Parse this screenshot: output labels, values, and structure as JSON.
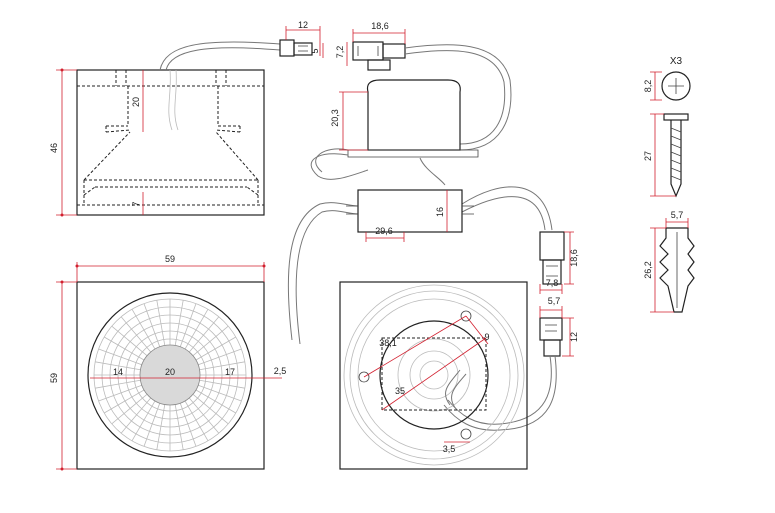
{
  "labels": {
    "conn_w": "12",
    "conn_h": "5",
    "plug_w": "18,6",
    "plug_h": "7,2",
    "side_total_h": "46",
    "side_inner_h": "20",
    "side_base_h": "7",
    "driver_h": "20,3",
    "driver2_w": "29,6",
    "driver2_h": "16",
    "front_w": "59",
    "front_h": "59",
    "front_left": "14",
    "front_center": "20",
    "front_right": "17",
    "front_margin": "2,5",
    "back_diag": "38,1",
    "back_offset": "9",
    "back_inner": "35",
    "back_hole": "3,5",
    "conn2_h": "18,6",
    "conn2_w": "7,8",
    "conn3_w": "5,7",
    "conn3_h": "12",
    "screw_qty": "X3",
    "screw_head": "8,2",
    "screw_len": "27",
    "plug_anchor_w": "5,7",
    "plug_anchor_len": "26,2"
  },
  "colors": {
    "dimension": "#d2202f",
    "outline": "#222222",
    "lens_fill": "#d9d9d9"
  }
}
